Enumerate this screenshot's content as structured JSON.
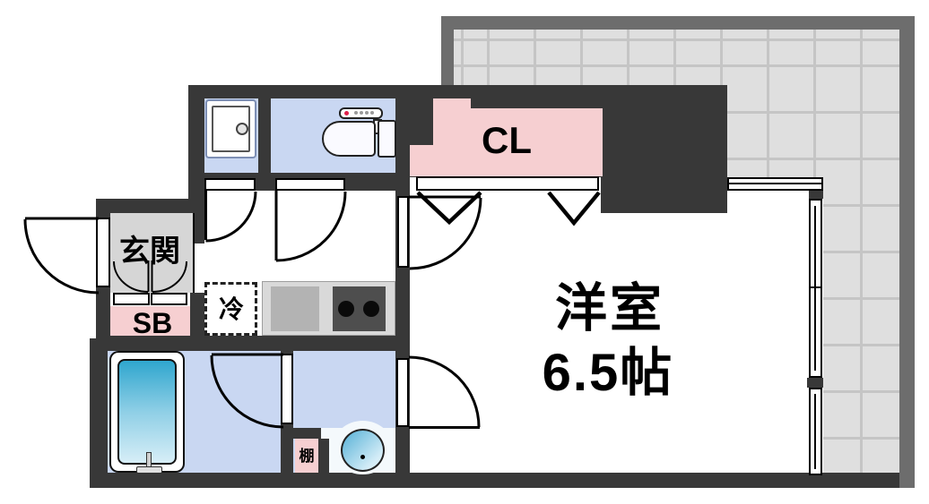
{
  "meta": {
    "type": "apartment-floorplan"
  },
  "labels": {
    "closet": "CL",
    "entrance": "玄関",
    "shoe_box": "SB",
    "refrigerator": "冷",
    "shelf": "棚",
    "main_room_name": "洋室",
    "main_room_size": "6.5帖"
  },
  "fixtures": [
    "bathtub",
    "bath-faucet",
    "wash-basin",
    "shelf",
    "washing-machine-pan",
    "toilet",
    "toilet-control-panel",
    "kitchen-sink",
    "gas-stove-two-burner",
    "refrigerator-space",
    "closet-folding-door",
    "entrance-door",
    "hinged-door",
    "sliding-window",
    "balcony"
  ],
  "colors": {
    "wall": "#383838",
    "balcony-wall": "#6d6d6d",
    "balcony-tile": "#dfdfdf",
    "balcony-grid": "#c5c5c5",
    "accent-pink": "#f6cfd1",
    "room-blue": "#c9d7f2",
    "entrance-gray": "#d6d6d6",
    "counter-gray": "#d9d9d9",
    "sink-gray": "#b3b3b3",
    "stove-dark": "#4e4e4e",
    "tub-blue": "#2fa6ce",
    "tub-blue-light": "#d7eef7",
    "basin-blue": "#55b0d6",
    "red-dot": "#e0204a"
  }
}
